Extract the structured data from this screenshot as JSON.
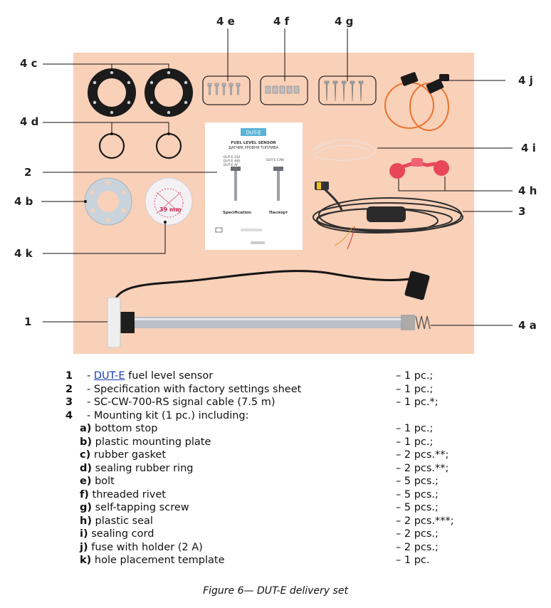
{
  "figure": {
    "callouts": {
      "c4c": "4 c",
      "c4d": "4 d",
      "c2": "2",
      "c4b": "4 b",
      "c4k": "4 k",
      "c1": "1",
      "c4e": "4 e",
      "c4f": "4 f",
      "c4g": "4 g",
      "c4j": "4 j",
      "c4i": "4 i",
      "c4h": "4 h",
      "c3": "3",
      "c4a": "4 a"
    },
    "sheet": {
      "badge": "DUT-E",
      "title": "FUEL LEVEL SENSOR",
      "subtitle": "ДАТЧИК УРОВНЯ ТОПЛИВА",
      "models_left": "DUT-E 232\nDUT-E 485\nDUT-E AF",
      "models_right": "DUT-E CAN",
      "label_left": "Specification",
      "label_right": "Паспорт",
      "template_label": "39 mm"
    },
    "colors": {
      "background": "#f9d0b8",
      "accent_red": "#e8475a",
      "fuse_orange": "#e8742e"
    }
  },
  "items": [
    {
      "num": "1",
      "prefix": "- ",
      "link": "DUT-E",
      "desc": " fuel level sensor",
      "qty": "– 1 pc.;"
    },
    {
      "num": "2",
      "prefix": "- ",
      "desc": "Specification with factory settings sheet",
      "qty": "– 1 pc.;"
    },
    {
      "num": "3",
      "prefix": "- ",
      "desc": "SC-CW-700-RS signal cable (7.5 m)",
      "qty": "– 1 pc.*;"
    },
    {
      "num": "4",
      "prefix": "- ",
      "desc": "Mounting kit (1 pc.) including:",
      "qty": ""
    }
  ],
  "subitems": [
    {
      "letter": "a)",
      "desc": " bottom stop",
      "qty": "– 1 pc.;"
    },
    {
      "letter": "b)",
      "desc": " plastic mounting plate",
      "qty": "– 1 pc.;"
    },
    {
      "letter": "c)",
      "desc": " rubber gasket",
      "qty": "– 2 pcs.**;"
    },
    {
      "letter": "d)",
      "desc": " sealing rubber ring",
      "qty": "– 2 pcs.**;"
    },
    {
      "letter": "e)",
      "desc": " bolt",
      "qty": "– 5 pcs.;"
    },
    {
      "letter": "f)",
      "desc": " threaded rivet",
      "qty": "– 5 pcs.;"
    },
    {
      "letter": "g)",
      "desc": " self-tapping screw",
      "qty": "– 5 pcs.;"
    },
    {
      "letter": "h)",
      "desc": " plastic seal",
      "qty": "– 2 pcs.***;"
    },
    {
      "letter": "i)",
      "desc": " sealing cord",
      "qty": "– 2 pcs.;"
    },
    {
      "letter": "j)",
      "desc": " fuse with holder (2 A)",
      "qty": "– 2 pcs.;"
    },
    {
      "letter": "k)",
      "desc": " hole placement template",
      "qty": "– 1 pc."
    }
  ],
  "caption": "Figure 6— DUT-E delivery set"
}
